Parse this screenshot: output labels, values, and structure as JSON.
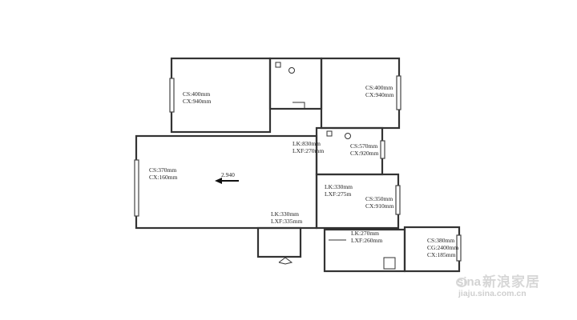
{
  "rooms": [
    {
      "id": "bedroom-top-left",
      "lines": [
        "CS:400mm",
        "CX:940mm"
      ]
    },
    {
      "id": "bedroom-top-right",
      "lines": [
        "CS:400mm",
        "CX:940mm"
      ]
    },
    {
      "id": "bathroom",
      "lines": [
        "LK:830mm",
        "LXF:270mm",
        "CS:570mm",
        "CX:920mm"
      ]
    },
    {
      "id": "living-room",
      "lines": [
        "CS:370mm",
        "CX:160mm"
      ]
    },
    {
      "id": "bedroom-middle-right",
      "lines": [
        "LK:330mm",
        "LXF:275m",
        "CS:350mm",
        "CX:910mm"
      ]
    },
    {
      "id": "entrance",
      "lines": [
        "LK:330mm",
        "LXF:335mm"
      ]
    },
    {
      "id": "kitchen",
      "lines": [
        "LK:270mm",
        "LXF:260mm",
        "CS:380mm",
        "CG:2400mm",
        "CX:185mm"
      ]
    }
  ],
  "dimension": {
    "value": "2.940"
  },
  "watermark": {
    "cn": "新浪家居",
    "url": "jiaju.sina.com.cn",
    "logo_text": "sina"
  },
  "colors": {
    "wall": "#333333",
    "watermark": "#d0d0d0",
    "accent": "#e8e8e8"
  }
}
